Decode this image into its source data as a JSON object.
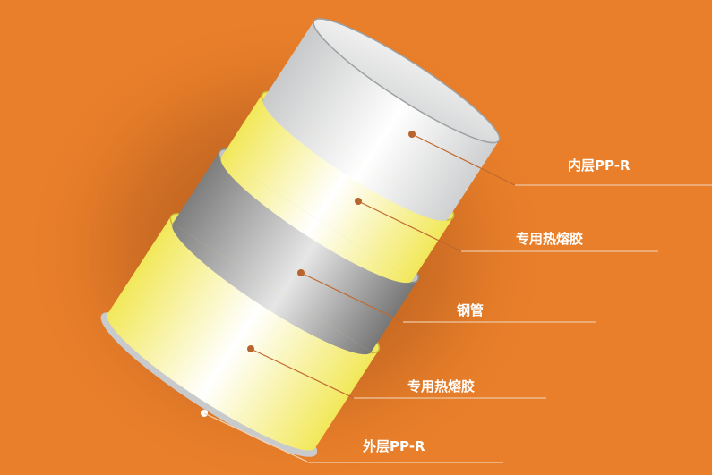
{
  "colors": {
    "background": "#e97f2a",
    "adhesive": "#f3e95e",
    "inner_ppr": "#d6d7d8",
    "steel": "#9a9a9a",
    "leader_inside": "#b8642e",
    "leader_outside": "#f4c9a0"
  },
  "layers": [
    {
      "label": "内层PP-R"
    },
    {
      "label": "专用热熔胶"
    },
    {
      "label": "钢管"
    },
    {
      "label": "专用热熔胶"
    },
    {
      "label": "外层PP-R"
    }
  ]
}
